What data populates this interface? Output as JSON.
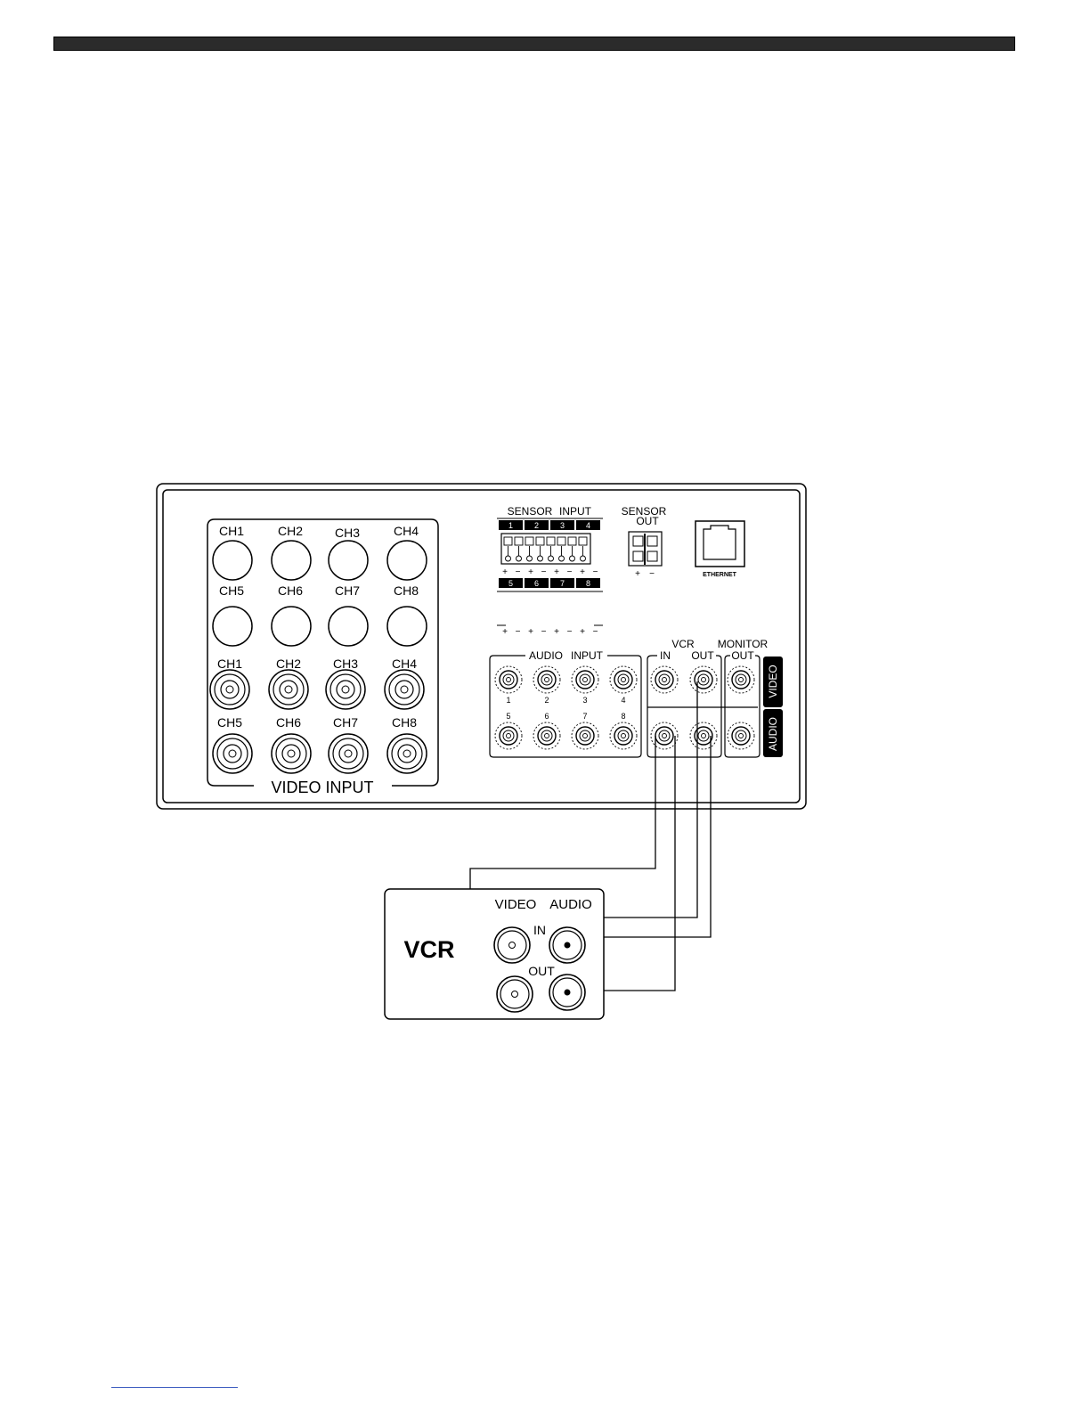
{
  "video_input": {
    "top_labels": [
      "CH1",
      "CH2",
      "CH3",
      "CH4",
      "CH5",
      "CH6",
      "CH7",
      "CH8"
    ],
    "bottom_labels": [
      "CH1",
      "CH2",
      "CH3",
      "CH4",
      "CH5",
      "CH6",
      "CH7",
      "CH8"
    ],
    "group_label": "VIDEO INPUT"
  },
  "sensor_input": {
    "label_left": "SENSOR",
    "label_right": "INPUT",
    "top_numbers": [
      "1",
      "2",
      "3",
      "4"
    ],
    "bottom_numbers": [
      "5",
      "6",
      "7",
      "8"
    ],
    "polarity": [
      "+",
      "−",
      "+",
      "−",
      "+",
      "−",
      "+",
      "−"
    ]
  },
  "sensor_out": {
    "line1": "SENSOR",
    "line2": "OUT",
    "polarity": [
      "+",
      "−"
    ]
  },
  "ethernet": {
    "label": "ETHERNET"
  },
  "audio_input": {
    "label_left": "AUDIO",
    "label_right": "INPUT",
    "top_numbers": [
      "1",
      "2",
      "3",
      "4"
    ],
    "bottom_numbers": [
      "5",
      "6",
      "7",
      "8"
    ]
  },
  "vcr_panel": {
    "title": "VCR",
    "in_label": "IN",
    "out_label": "OUT"
  },
  "monitor": {
    "title": "MONITOR",
    "out_label": "OUT"
  },
  "side_tabs": {
    "video": "VIDEO",
    "audio": "AUDIO"
  },
  "vcr_device": {
    "name": "VCR",
    "video_label": "VIDEO",
    "audio_label": "AUDIO",
    "in_label": "IN",
    "out_label": "OUT"
  }
}
